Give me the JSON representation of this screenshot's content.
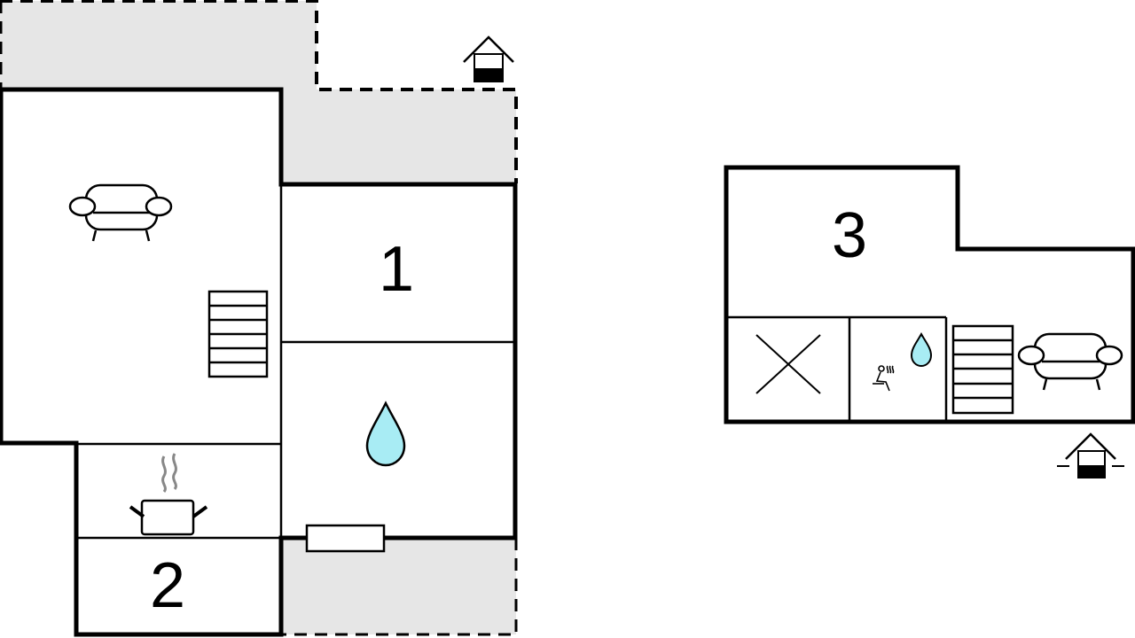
{
  "plan": {
    "room_labels": {
      "room1": "1",
      "room2": "2",
      "room3": "3"
    },
    "icons": [
      "sofa-icon",
      "stairs-icon",
      "water-drop-icon",
      "cooking-pot-icon",
      "entrance-icon",
      "sauna-icon",
      "cross-icon"
    ]
  },
  "colors": {
    "wall": "#000000",
    "terrace": "#e6e6e6",
    "water": "#a8ecf4",
    "steam": "#888888"
  }
}
